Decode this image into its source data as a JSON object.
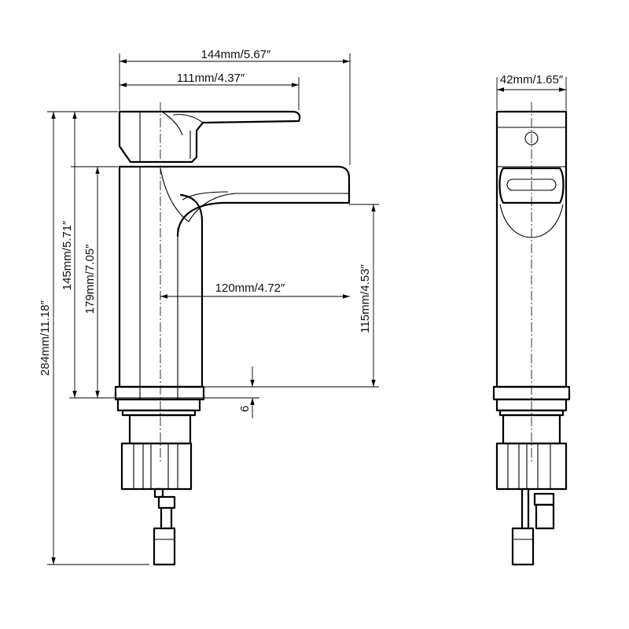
{
  "dimensions": {
    "overall_width": "144mm/5.67″",
    "lever_length": "111mm/4.37″",
    "side_width": "42mm/1.65″",
    "total_height": "284mm/11.18″",
    "body_height_145": "145mm/5.71″",
    "body_height_179": "179mm/7.05″",
    "spout_reach": "120mm/4.72″",
    "spout_height": "115mm/4.53″",
    "base_gap": "6"
  }
}
